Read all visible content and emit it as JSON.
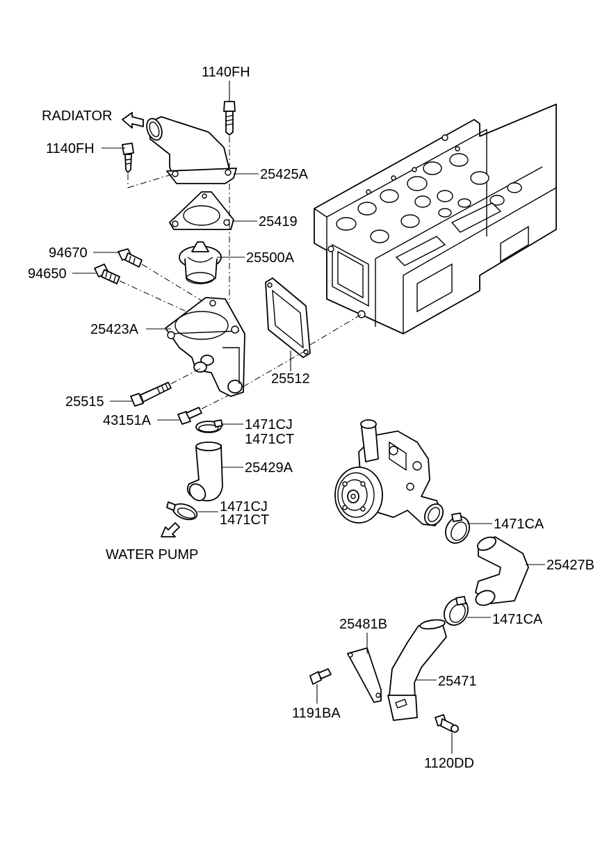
{
  "diagram": {
    "direction_labels": {
      "radiator": "RADIATOR",
      "water_pump": "WATER PUMP"
    },
    "callouts": [
      {
        "id": "bolt-top",
        "text": "1140FH"
      },
      {
        "id": "bolt-left",
        "text": "1140FH"
      },
      {
        "id": "outlet-fitting",
        "text": "25425A"
      },
      {
        "id": "gasket-small",
        "text": "25419"
      },
      {
        "id": "thermostat",
        "text": "25500A"
      },
      {
        "id": "sensor-a",
        "text": "94670"
      },
      {
        "id": "sensor-b",
        "text": "94650"
      },
      {
        "id": "thermostat-housing",
        "text": "25423A"
      },
      {
        "id": "gasket-large",
        "text": "25512"
      },
      {
        "id": "bolt-long",
        "text": "25515"
      },
      {
        "id": "bolt-short",
        "text": "43151A"
      },
      {
        "id": "clamp-upper-a",
        "text": "1471CJ"
      },
      {
        "id": "clamp-upper-b",
        "text": "1471CT"
      },
      {
        "id": "hose-upper",
        "text": "25429A"
      },
      {
        "id": "clamp-lower-a",
        "text": "1471CJ"
      },
      {
        "id": "clamp-lower-b",
        "text": "1471CT"
      },
      {
        "id": "clamp-pump",
        "text": "1471CA"
      },
      {
        "id": "hose-pump",
        "text": "25427B"
      },
      {
        "id": "clamp-pipe",
        "text": "1471CA"
      },
      {
        "id": "bracket",
        "text": "25481B"
      },
      {
        "id": "pipe",
        "text": "25471"
      },
      {
        "id": "bolt-bracket",
        "text": "1191BA"
      },
      {
        "id": "bolt-pipe",
        "text": "1120DD"
      }
    ]
  }
}
